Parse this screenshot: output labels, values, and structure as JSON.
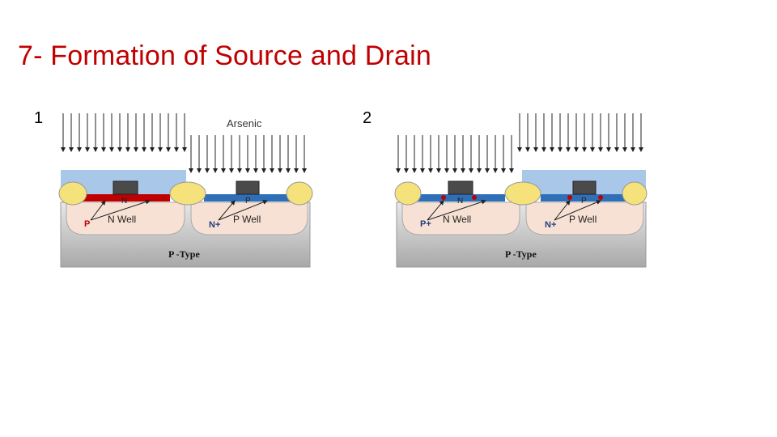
{
  "title": "7- Formation of Source and Drain",
  "steps": [
    "1",
    "2"
  ],
  "diagram1": {
    "implant_label": "Arsenic",
    "nwell": "N Well",
    "pwell": "P Well",
    "substrate": "P -Type",
    "n_region": "N",
    "p_region": "P",
    "pplus": "P",
    "nplus": "N+",
    "implant_side": "right"
  },
  "diagram2": {
    "nwell": "N Well",
    "pwell": "P Well",
    "substrate": "P -Type",
    "n_region": "N",
    "p_region": "P",
    "pplus": "P+",
    "nplus": "N+",
    "implant_side": "both"
  },
  "colors": {
    "title": "#c00000",
    "oxide_field": "#f5e27a",
    "mask": "#a9c7e8",
    "substrate": "#b8b8b8",
    "well": "#f7e1d4",
    "p_implant": "#c00000",
    "n_implant": "#2e6fb8",
    "gate": "#4a4a4a"
  }
}
